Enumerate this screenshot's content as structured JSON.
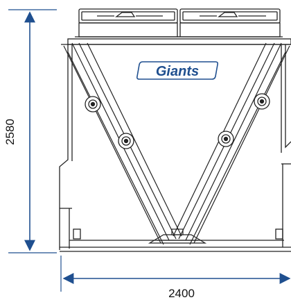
{
  "drawing": {
    "height_label": "2580",
    "width_label": "2400",
    "logo_text": "Giants",
    "logo_color": "#1f4f8f",
    "dimension_color": "#1f4f8f",
    "line_color": "#222222"
  }
}
